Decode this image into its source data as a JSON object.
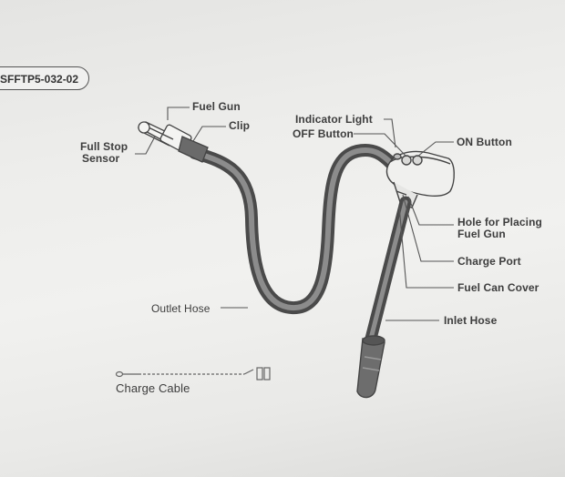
{
  "model_code": "SFFTP5-032-02",
  "labels": {
    "fuel_gun": "Fuel Gun",
    "clip": "Clip",
    "full_stop_sensor_line1": "Full Stop",
    "full_stop_sensor_line2": "Sensor",
    "indicator_light": "Indicator Light",
    "off_button": "OFF Button",
    "on_button": "ON Button",
    "hole_line1": "Hole for Placing",
    "hole_line2": "Fuel Gun",
    "charge_port": "Charge Port",
    "fuel_can_cover": "Fuel Can Cover",
    "inlet_hose": "Inlet Hose",
    "outlet_hose": "Outlet Hose",
    "charge_cable": "Charge Cable"
  }
}
